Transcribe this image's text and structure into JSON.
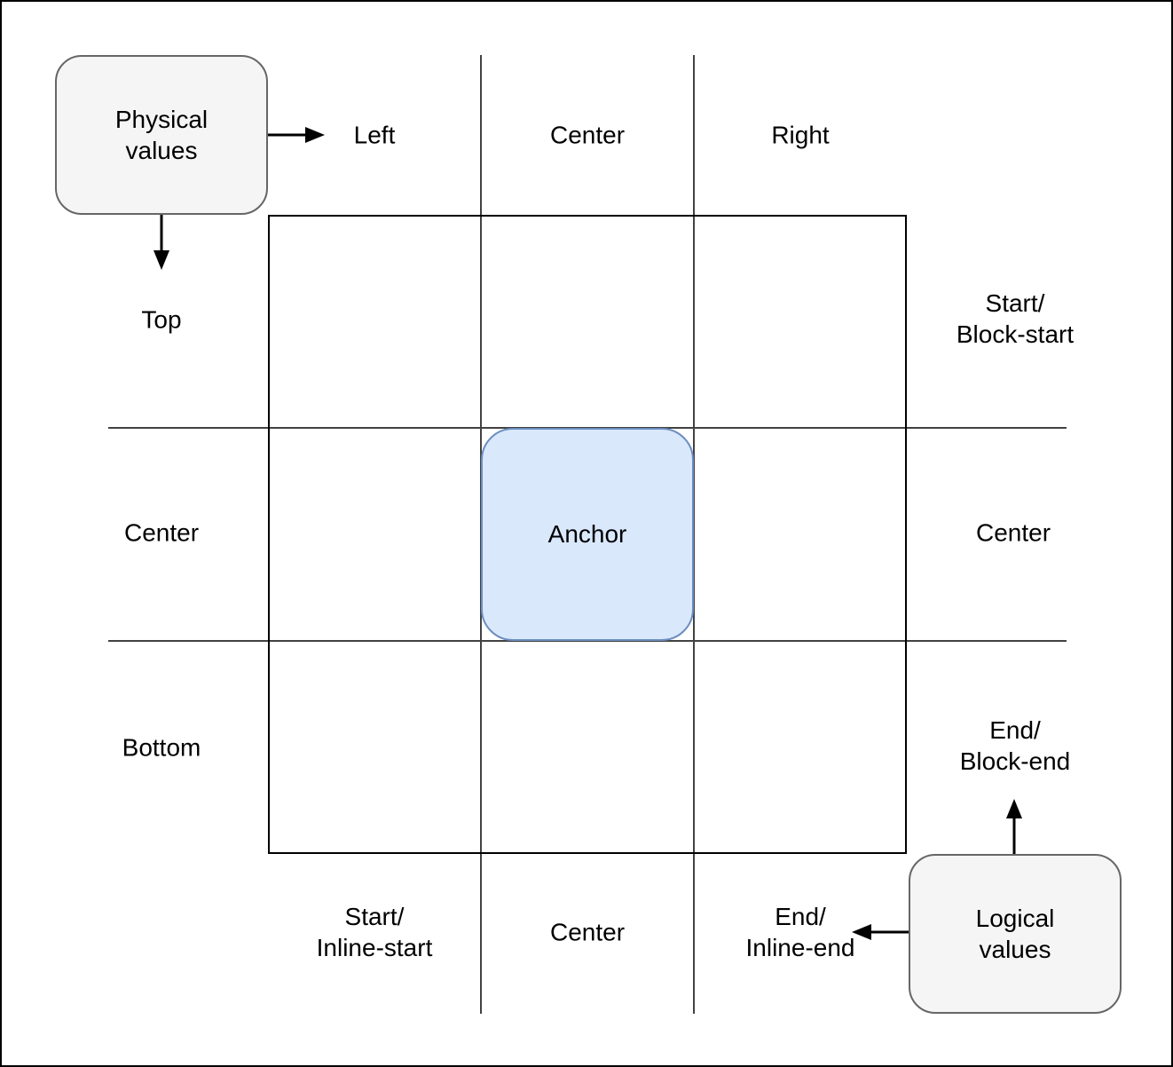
{
  "diagram": {
    "anchor": {
      "label": "Anchor"
    },
    "physical_box": {
      "label": "Physical\nvalues"
    },
    "logical_box": {
      "label": "Logical\nvalues"
    },
    "top_row": {
      "left": "Left",
      "center": "Center",
      "right": "Right"
    },
    "left_col": {
      "top": "Top",
      "center": "Center",
      "bottom": "Bottom"
    },
    "right_col": {
      "top": "Start/\nBlock-start",
      "center": "Center",
      "bottom": "End/\nBlock-end"
    },
    "bottom_row": {
      "left": "Start/\nInline-start",
      "center": "Center",
      "right": "End/\nInline-end"
    },
    "colors": {
      "anchor_fill": "#dae8fc",
      "anchor_border": "#6c8ebf",
      "value_box_fill": "#f5f5f5",
      "value_box_border": "#666666",
      "grid_line": "#424242",
      "outline": "#000000",
      "arrow": "#000000"
    }
  }
}
